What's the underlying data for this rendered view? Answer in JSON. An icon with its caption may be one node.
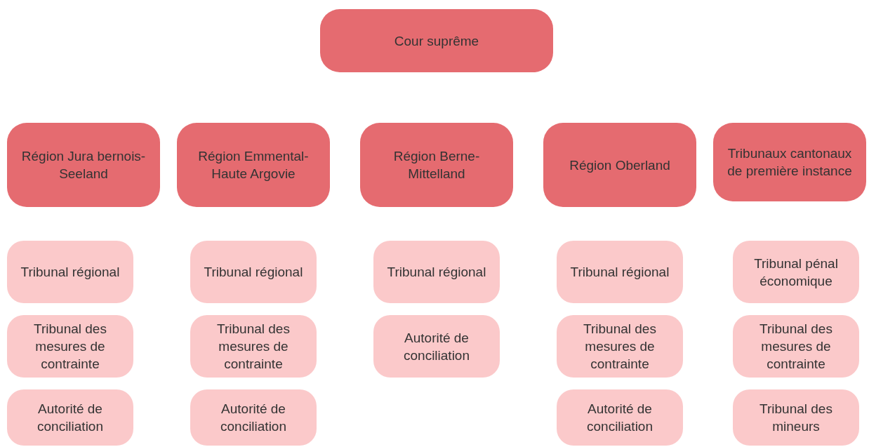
{
  "diagram": {
    "nodes": [
      {
        "text": [
          "Cour suprême"
        ]
      },
      {
        "text": [
          "Région Jura bernois-Seeland"
        ]
      },
      {
        "text": [
          "Région Emmental-Haute Argovie"
        ]
      },
      {
        "text": [
          "Région Berne-Mittelland"
        ]
      },
      {
        "text": [
          "Région Oberland"
        ]
      },
      {
        "text": [
          "Tribunaux cantonaux de première instance"
        ]
      },
      {
        "text": [
          "Tribunal régional"
        ]
      },
      {
        "text": [
          "Tribunal régional"
        ]
      },
      {
        "text": [
          "Tribunal régional"
        ]
      },
      {
        "text": [
          "Tribunal régional"
        ]
      },
      {
        "text": [
          "Tribunal pénal économique"
        ]
      },
      {
        "text": [
          "Tribunal des mesures de contrainte"
        ]
      },
      {
        "text": [
          "Tribunal des mesures de contrainte"
        ]
      },
      {
        "text": [
          "Autorité de conciliation"
        ]
      },
      {
        "text": [
          "Tribunal des mesures de contrainte"
        ]
      },
      {
        "text": [
          "Tribunal des mesures de contrainte"
        ]
      },
      {
        "text": [
          "Autorité de conciliation"
        ]
      },
      {
        "text": [
          "Autorité de conciliation"
        ]
      },
      {
        "text": [
          "Autorité de conciliation"
        ]
      },
      {
        "text": [
          "Tribunal des mineurs"
        ]
      }
    ]
  }
}
